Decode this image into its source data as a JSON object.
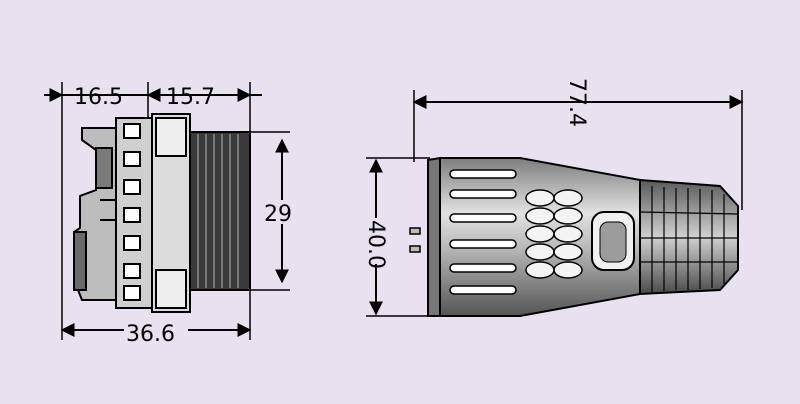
{
  "colors": {
    "background": "#e9e1ef",
    "line": "#000000",
    "body_fill": "#9a9a9a",
    "body_light": "#d4d4d4",
    "body_dark": "#4a4a4a"
  },
  "views": {
    "side_view": {
      "dims": {
        "top_left": "16.5",
        "top_right": "15.7",
        "height": "29",
        "total_width": "36.6"
      }
    },
    "front_view": {
      "dims": {
        "length": "77.4",
        "diameter": "40.0"
      }
    }
  }
}
